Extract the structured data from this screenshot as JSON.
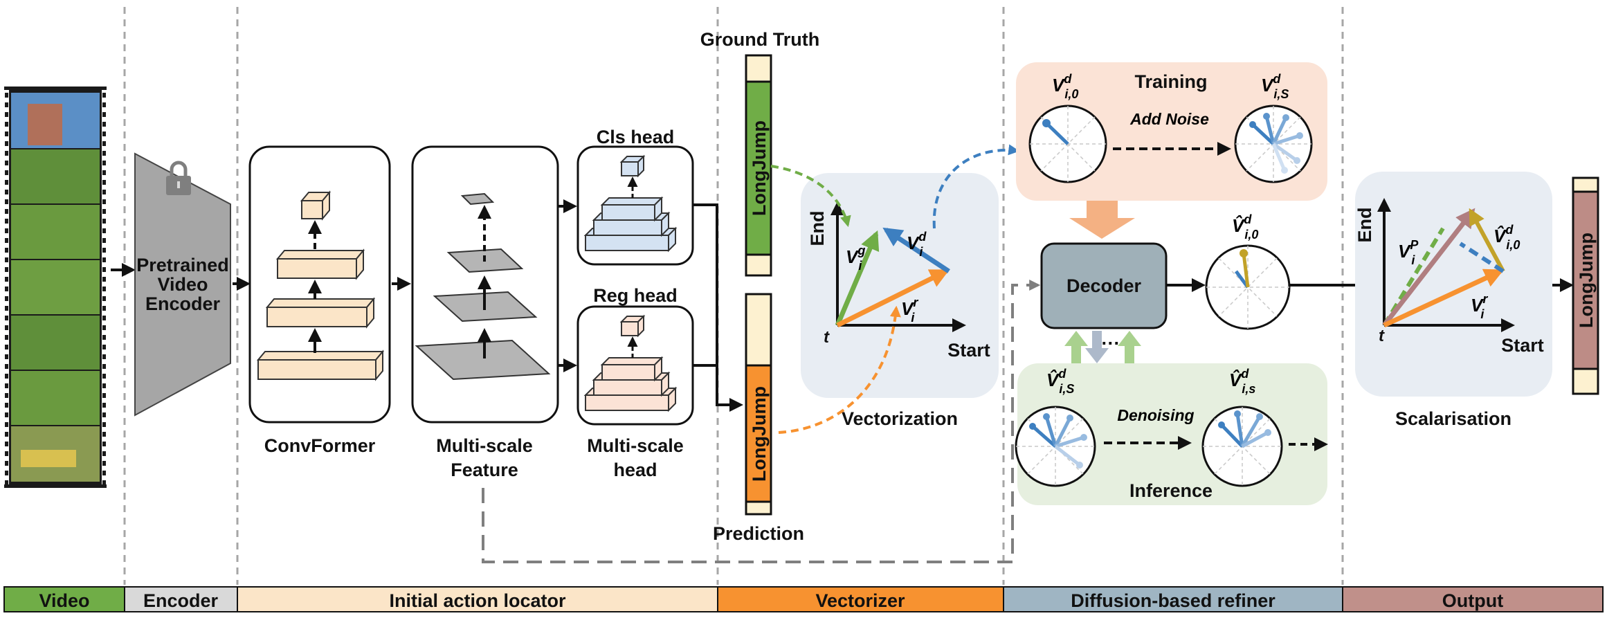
{
  "labels": {
    "ground_truth": "Ground Truth",
    "prediction": "Prediction",
    "gt_class": "LongJump",
    "pred_class": "LongJump",
    "out_class": "LongJump",
    "encoder_line1": "Pretrained",
    "encoder_line2": "Video",
    "encoder_line3": "Encoder",
    "convformer": "ConvFormer",
    "msfeat_line1": "Multi-scale",
    "msfeat_line2": "Feature",
    "mshead_line1": "Multi-scale",
    "mshead_line2": "head",
    "cls_head": "Cls head",
    "reg_head": "Reg head",
    "vectorization": "Vectorization",
    "scalarisation": "Scalarisation",
    "training": "Training",
    "add_noise": "Add Noise",
    "decoder": "Decoder",
    "denoising": "Denoising",
    "inference": "Inference",
    "ellipsis": "···",
    "axis_end": "End",
    "axis_start": "Start",
    "axis_t": "t",
    "v_d0": "V",
    "v_d0_sup": "d",
    "v_d0_sub": "i,0",
    "v_dS": "V",
    "v_dS_sup": "d",
    "v_dS_sub": "i,S",
    "vhat_d0": "V̂",
    "vhat_d0_sup": "d",
    "vhat_d0_sub": "i,0",
    "vhat_dS": "V̂",
    "vhat_dS_sup": "d",
    "vhat_dS_sub": "i,S",
    "vhat_ds": "V̂",
    "vhat_ds_sup": "d",
    "vhat_ds_sub": "i,s",
    "vec_vg": "V",
    "vec_vg_sup": "g",
    "vec_vg_sub": "i",
    "vec_vd": "V",
    "vec_vd_sup": "d",
    "vec_vd_sub": "i",
    "vec_vr": "V",
    "vec_vr_sup": "r",
    "vec_vr_sub": "i",
    "out_vp": "V",
    "out_vp_sup": "P",
    "out_vp_sub": "i",
    "out_vhat": "V̂",
    "out_vhat_sup": "d",
    "out_vhat_sub": "i,0",
    "out_vr": "V",
    "out_vr_sup": "r",
    "out_vr_sub": "i"
  },
  "stages": [
    {
      "label": "Video",
      "color": "#70ad47"
    },
    {
      "label": "Encoder",
      "color": "#d9d9d9"
    },
    {
      "label": "Initial action locator",
      "color": "#fbe5c8"
    },
    {
      "label": "Vectorizer",
      "color": "#f79230"
    },
    {
      "label": "Diffusion-based refiner",
      "color": "#9fb5c3"
    },
    {
      "label": "Output",
      "color": "#c0908a"
    }
  ],
  "colors": {
    "ground_truth_bar": "#70ad47",
    "prediction_bar": "#f79230",
    "output_bar": "#bd8c86",
    "bar_end": "#fdf1d0",
    "vector_green": "#70ad47",
    "vector_blue": "#3d7fc0",
    "vector_orange": "#f79230",
    "vector_mauve": "#b07e80",
    "vector_gold": "#c2a229",
    "training_panel": "#fbe3d6",
    "inference_panel": "#e6efdf",
    "axis_panel": "#e8edf3",
    "decoder_box": "#9fb0b8",
    "convformer_block": "#fbe5c8",
    "cls_block": "#d4e2f2",
    "reg_block": "#fbe3d6",
    "feature_plane": "#b5b5b5"
  },
  "icons": [
    "lock-icon",
    "video-frame-strip"
  ]
}
